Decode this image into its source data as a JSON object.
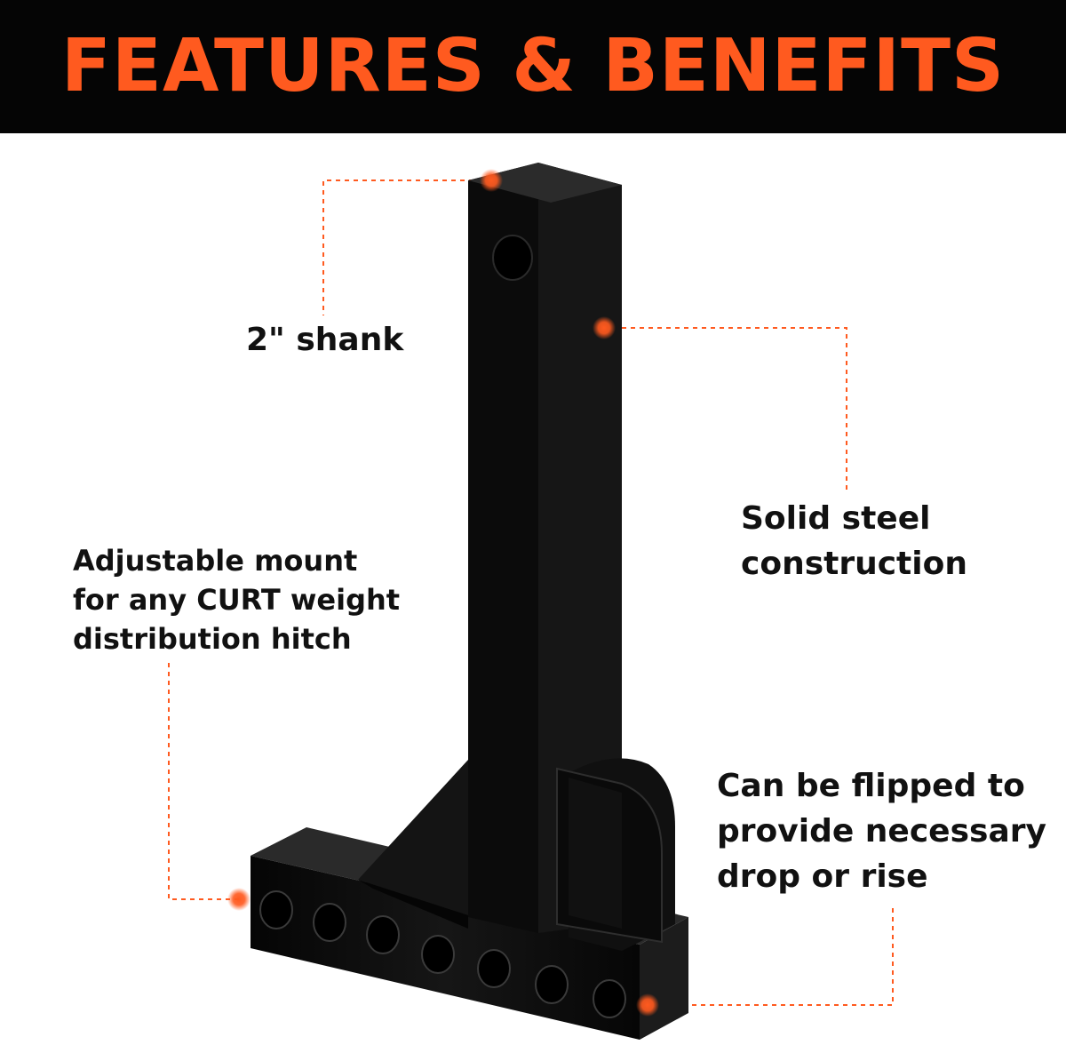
{
  "banner": {
    "title": "FEATURES & BENEFITS"
  },
  "callouts": {
    "shank": {
      "lines": [
        "2\" shank"
      ]
    },
    "steel": {
      "lines": [
        "Solid steel",
        "construction"
      ]
    },
    "adjustable": {
      "lines": [
        "Adjustable mount",
        "for any CURT weight",
        "distribution hitch"
      ]
    },
    "flip": {
      "lines": [
        "Can be flipped to",
        "provide necessary",
        "drop or rise"
      ]
    }
  },
  "colors": {
    "banner_background": "#050505",
    "accent_orange": "#ff5a1f",
    "text": "#111111",
    "product": "#0b0b0b"
  },
  "product": {
    "name": "ball-mount-shank-icon",
    "hole_count": 7
  }
}
